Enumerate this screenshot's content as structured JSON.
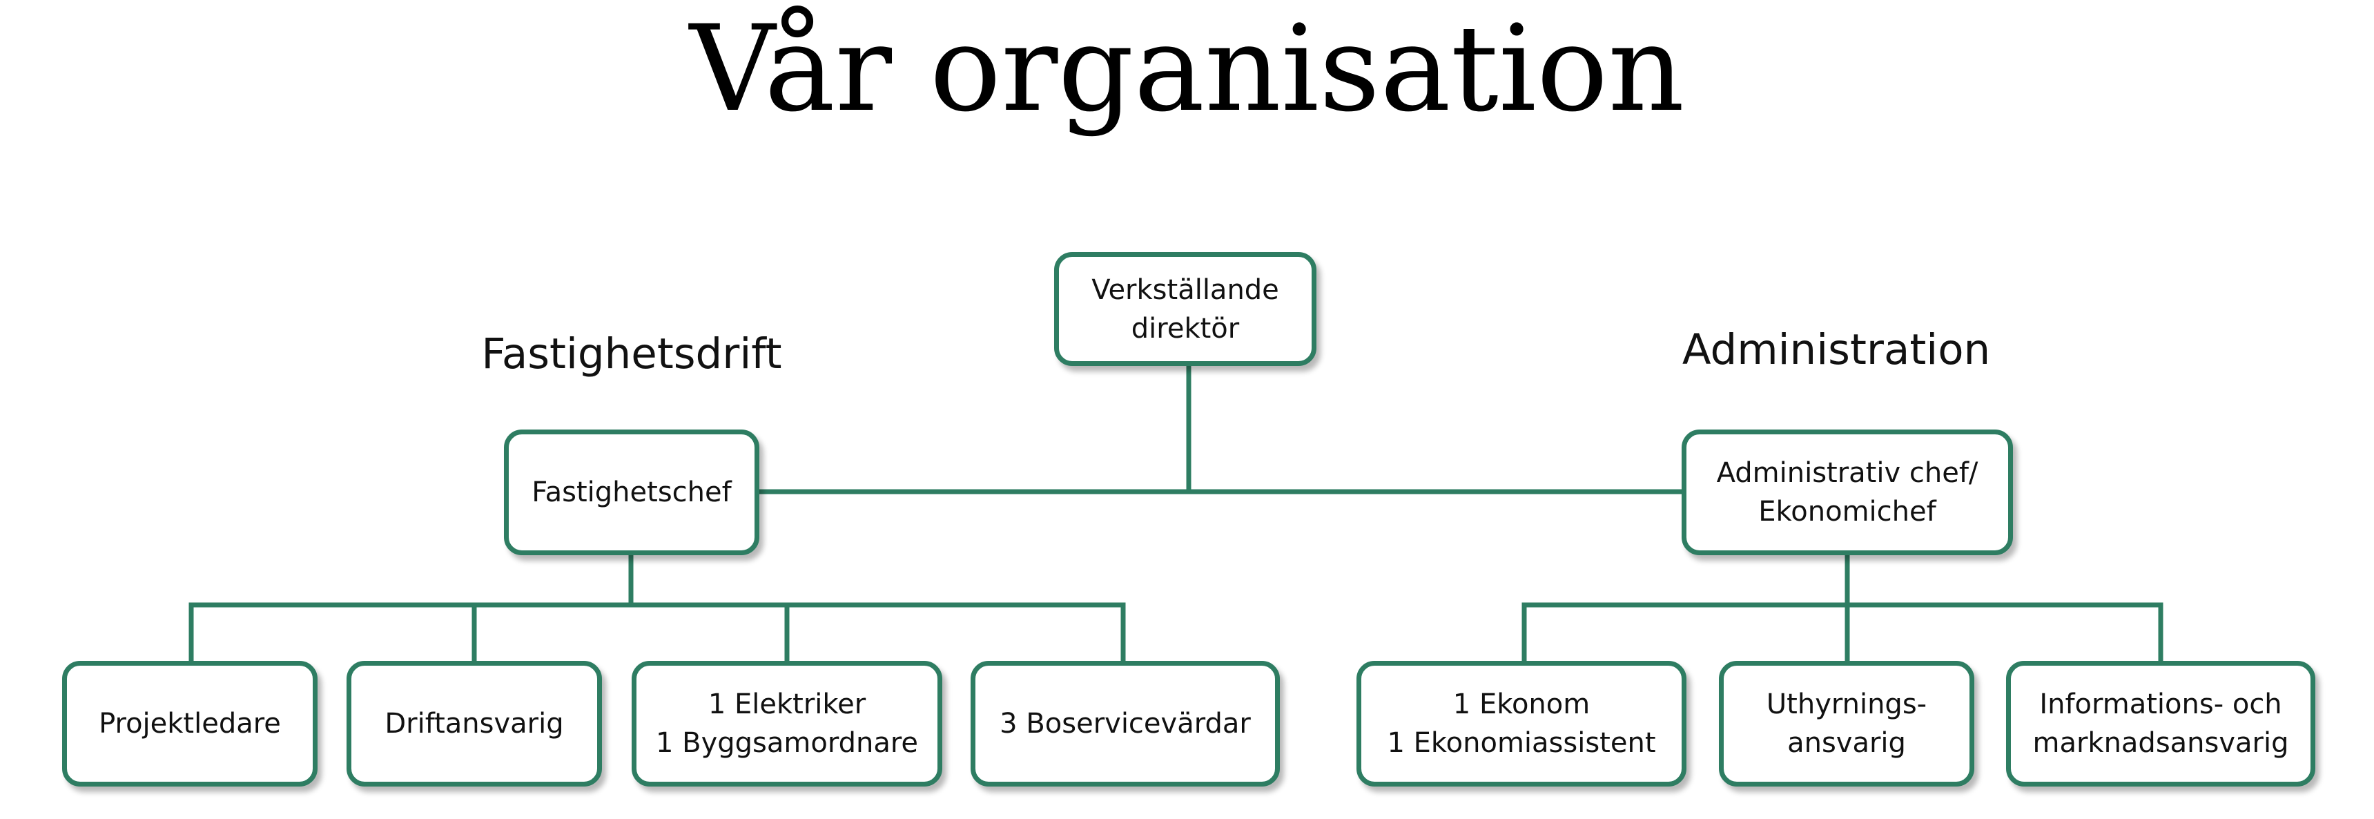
{
  "title": "Vår organisation",
  "colors": {
    "accent": "#2e7d62",
    "box_fill": "#ffffff",
    "text": "#111111"
  },
  "sections": {
    "left": "Fastighetsdrift",
    "right": "Administration"
  },
  "nodes": {
    "ceo": "Verkställande\ndirektör",
    "property_head": "Fastighetschef",
    "admin_head": "Administrativ chef/\nEkonomichef",
    "project_leader": "Projektledare",
    "operations": "Driftansvarig",
    "electrician": "1 Elektriker\n1 Byggsamordnare",
    "service": "3 Boservicevärdar",
    "economist": "1 Ekonom\n1 Ekonomiassistent",
    "rental": "Uthyrnings-\nansvarig",
    "marketing": "Informations- och\nmarknadsansvarig"
  }
}
